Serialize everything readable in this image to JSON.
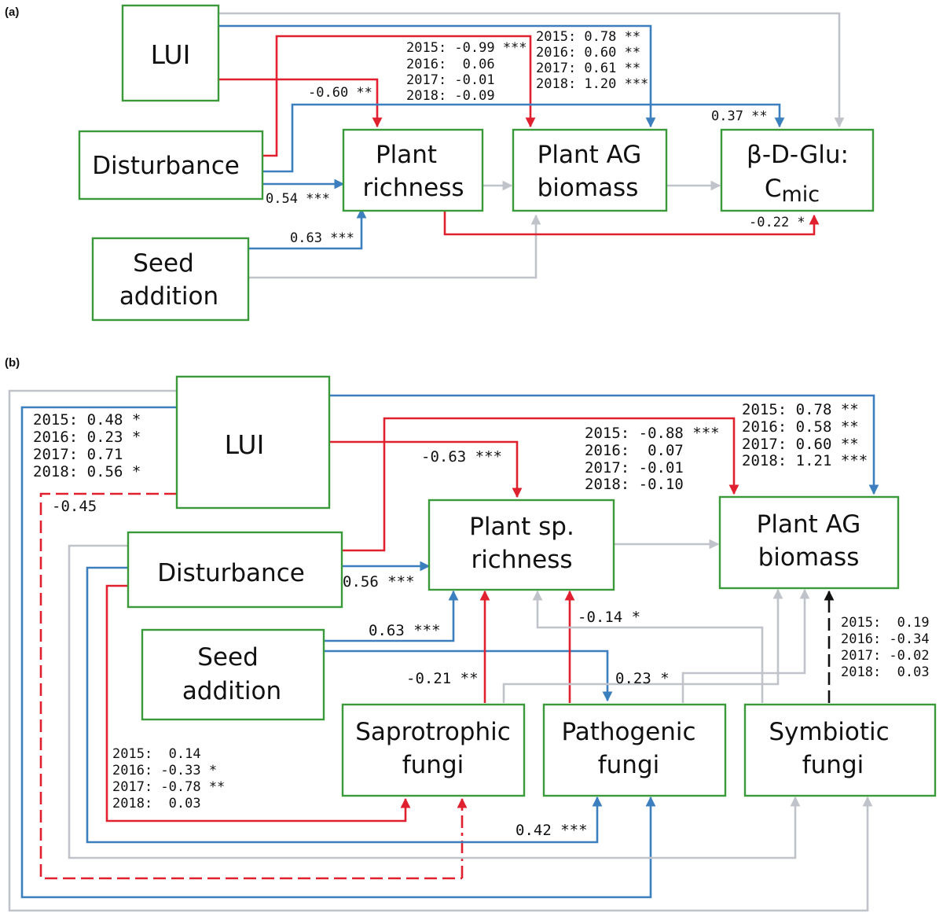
{
  "panel_a": {
    "label": "(a)",
    "nodes": {
      "lui": "LUI",
      "disturbance": "Disturbance",
      "seed_line1": "Seed",
      "seed_line2": "addition",
      "richness_line1": "Plant",
      "richness_line2": "richness",
      "biomass_line1": "Plant AG",
      "biomass_line2": "biomass",
      "glu_line1": "β-D-Glu:",
      "glu_line2_main": "C",
      "glu_line2_sub": "mic"
    },
    "coefficients": {
      "lui_richness": "-0.60 **",
      "dist_richness": "0.54 ***",
      "seed_richness": "0.63 ***",
      "biomass_glu": "0.37 **",
      "richness_glu": "-0.22 *",
      "dist_biomass_by_year": [
        "2015: -0.99 ***",
        "2016:  0.06",
        "2017: -0.01",
        "2018: -0.09"
      ],
      "lui_biomass_by_year": [
        "2015: 0.78 **",
        "2016: 0.60 **",
        "2017: 0.61 **",
        "2018: 1.20 ***"
      ]
    }
  },
  "panel_b": {
    "label": "(b)",
    "nodes": {
      "lui": "LUI",
      "disturbance": "Disturbance",
      "seed_line1": "Seed",
      "seed_line2": "addition",
      "richness_line1": "Plant sp.",
      "richness_line2": "richness",
      "biomass_line1": "Plant AG",
      "biomass_line2": "biomass",
      "sapro_line1": "Saprotrophic",
      "sapro_line2": "fungi",
      "patho_line1": "Pathogenic",
      "patho_line2": "fungi",
      "symb_line1": "Symbiotic",
      "symb_line2": "fungi"
    },
    "coefficients": {
      "lui_richness": "-0.63 ***",
      "dist_richness": "0.56 ***",
      "seed_richness": "0.63 ***",
      "sapro_richness": "-0.21 **",
      "patho_richness": "-0.14 *",
      "seed_patho": "0.23 *",
      "dist_patho": "0.42 ***",
      "lui_sapro_dashed": "-0.45",
      "lui_patho_by_year": [
        "2015: 0.48 *",
        "2016: 0.23 *",
        "2017: 0.71",
        "2018: 0.56 *"
      ],
      "dist_biomass_by_year": [
        "2015: -0.88 ***",
        "2016:  0.07",
        "2017: -0.01",
        "2018: -0.10"
      ],
      "lui_biomass_by_year": [
        "2015: 0.78 **",
        "2016: 0.58 **",
        "2017: 0.60 **",
        "2018: 1.21 ***"
      ],
      "symb_biomass_by_year": [
        "2015:  0.19",
        "2016: -0.34",
        "2017: -0.02",
        "2018:  0.03"
      ],
      "dist_sapro_by_year": [
        "2015:  0.14",
        "2016: -0.33 *",
        "2017: -0.78 **",
        "2018:  0.03"
      ]
    }
  },
  "colors": {
    "negative": "#e0202e",
    "positive": "#3b7fbf",
    "nonsignificant": "#c0c4ca",
    "box_border": "#3a9a3a"
  }
}
